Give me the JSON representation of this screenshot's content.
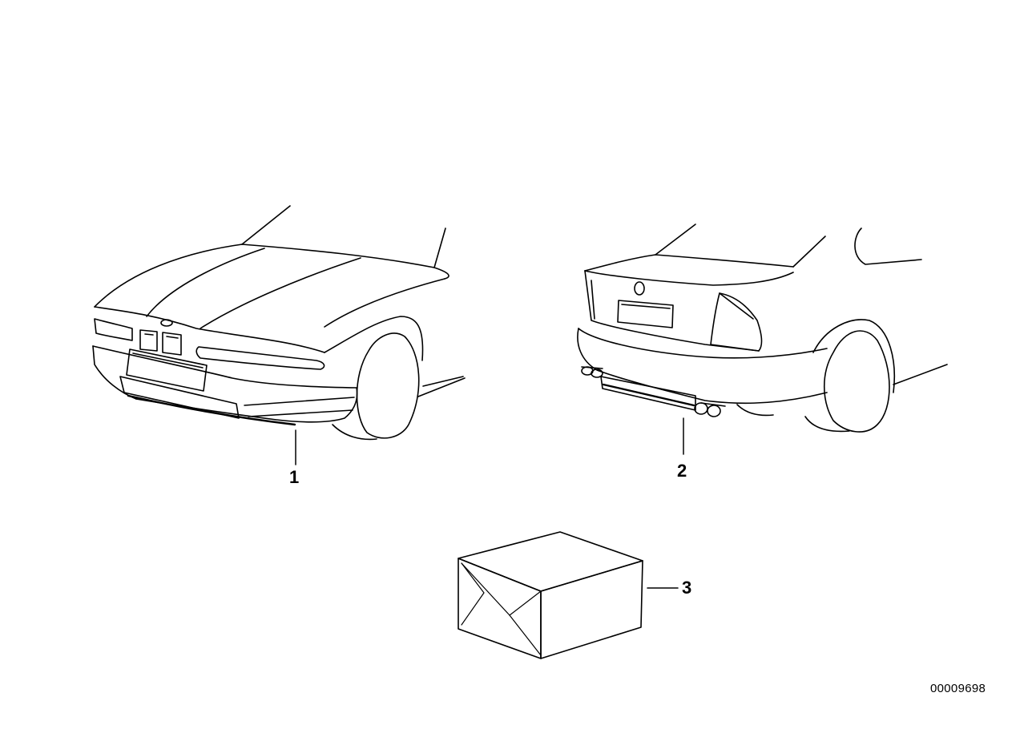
{
  "callouts": {
    "front_bumper": "1",
    "rear_bumper": "2",
    "box": "3"
  },
  "document_number": "00009698"
}
